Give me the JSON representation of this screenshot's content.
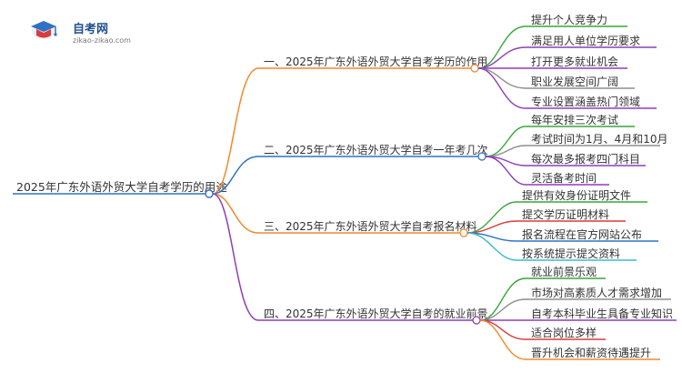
{
  "logo": {
    "title": "自考网",
    "subtitle": "zikao-zikao.com"
  },
  "colors": {
    "root": "#2f72c4",
    "orange": "#f08a2c",
    "blue": "#2f72c4",
    "purple": "#8d3fb7",
    "green": "#3aa63a",
    "teal": "#3bbcc8",
    "gray": "#8f8f8f",
    "red": "#d93c3c"
  },
  "mindmap": {
    "root": "2025年广东外语外贸大学自考学历的用途",
    "branches": [
      {
        "label": "一、2025年广东外语外贸大学自考学历的作用",
        "color": "orange",
        "children": [
          {
            "label": "提升个人竞争力",
            "color": "green"
          },
          {
            "label": "满足用人单位学历要求",
            "color": "purple"
          },
          {
            "label": "打开更多就业机会",
            "color": "purple"
          },
          {
            "label": "职业发展空间广阔",
            "color": "gray"
          },
          {
            "label": "专业设置涵盖热门领域",
            "color": "purple"
          }
        ]
      },
      {
        "label": "二、2025年广东外语外贸大学自考一年考几次",
        "color": "blue",
        "children": [
          {
            "label": "每年安排三次考试",
            "color": "green"
          },
          {
            "label": "考试时间为1月、4月和10月",
            "color": "gray"
          },
          {
            "label": "每次最多报考四门科目",
            "color": "purple"
          },
          {
            "label": "灵活备考时间",
            "color": "purple"
          }
        ]
      },
      {
        "label": "三、2025年广东外语外贸大学自考报名材料",
        "color": "orange",
        "children": [
          {
            "label": "提供有效身份证明文件",
            "color": "green"
          },
          {
            "label": "提交学历证明材料",
            "color": "red"
          },
          {
            "label": "报名流程在官方网站公布",
            "color": "blue"
          },
          {
            "label": "按系统提示提交资料",
            "color": "teal"
          }
        ]
      },
      {
        "label": "四、2025年广东外语外贸大学自考的就业前景",
        "color": "purple",
        "children": [
          {
            "label": "就业前景乐观",
            "color": "green"
          },
          {
            "label": "市场对高素质人才需求增加",
            "color": "gray"
          },
          {
            "label": "自考本科毕业生具备专业知识",
            "color": "purple"
          },
          {
            "label": "适合岗位多样",
            "color": "red"
          },
          {
            "label": "晋升机会和薪资待遇提升",
            "color": "orange"
          }
        ]
      }
    ]
  }
}
